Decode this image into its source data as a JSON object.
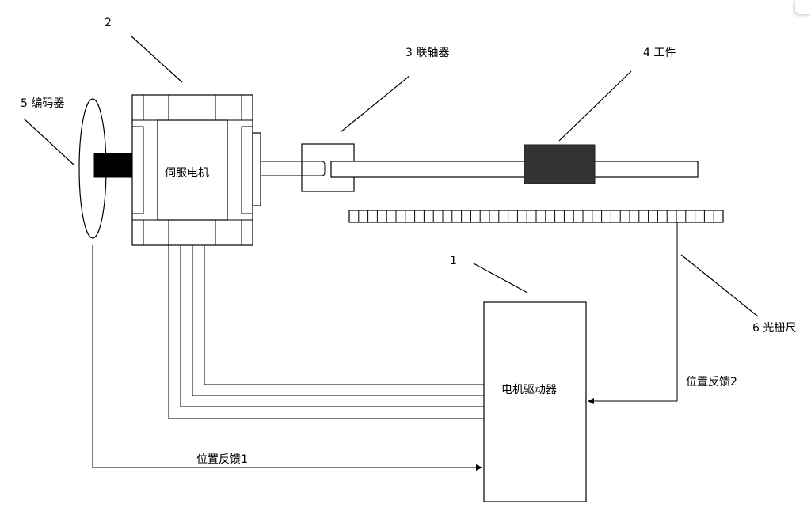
{
  "labels": {
    "number_2": "2",
    "coupling": "3 联轴器",
    "workpiece": "4 工件",
    "encoder": "5  编码器",
    "servo_motor": "伺服电机",
    "number_1": "1",
    "grating": "6 光栅尺",
    "driver": "电机驱动器",
    "feedback_2": "位置反馈2",
    "feedback_1": "位置反馈1"
  },
  "colors": {
    "line": "#000000",
    "workpiece_fill": "#333333",
    "encoder_shaft_fill": "#000000",
    "background": "#ffffff"
  }
}
